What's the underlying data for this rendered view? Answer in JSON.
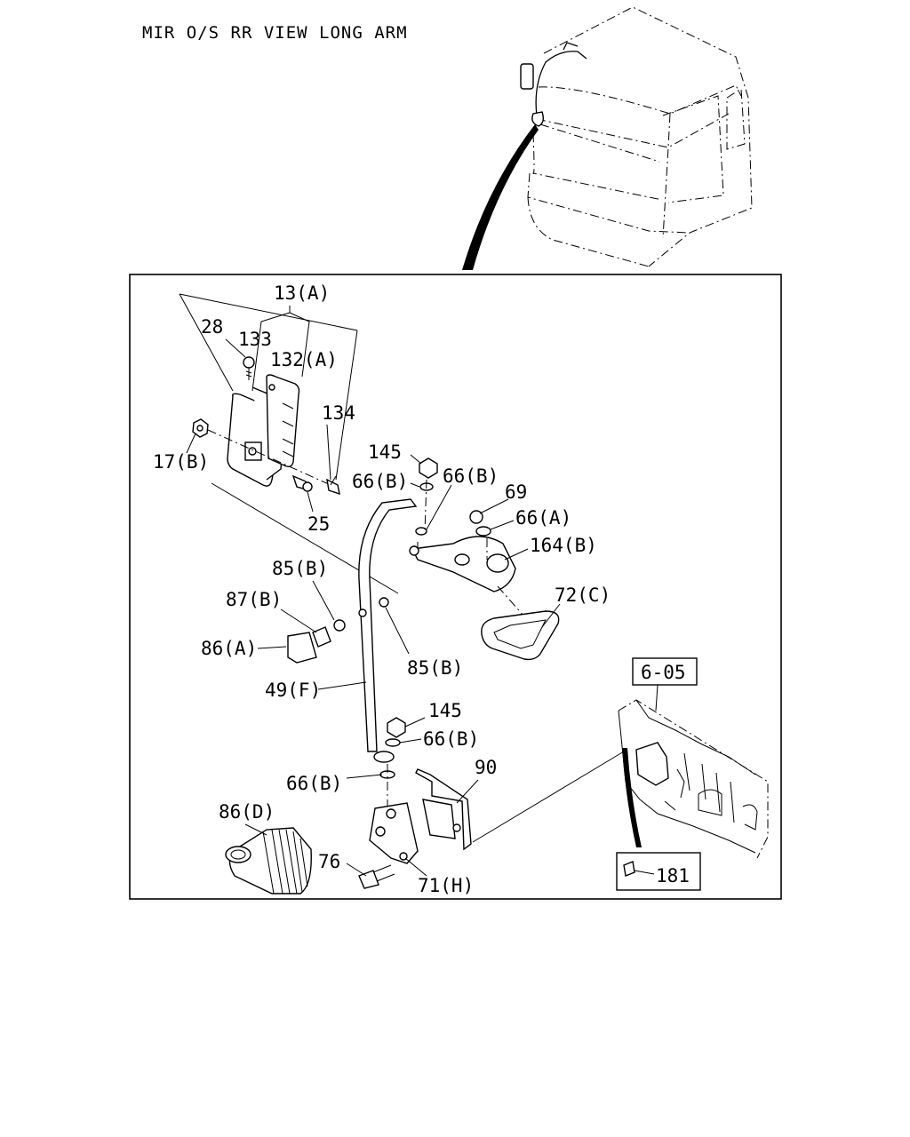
{
  "title": "MIR O/S RR VIEW LONG ARM",
  "callouts": {
    "c13A": "13(A)",
    "c28": "28",
    "c133": "133",
    "c132A": "132(A)",
    "c134": "134",
    "c17B": "17(B)",
    "c25": "25",
    "c145a": "145",
    "c66Ba": "66(B)",
    "c66Bb": "66(B)",
    "c69": "69",
    "c66A": "66(A)",
    "c164B": "164(B)",
    "c72C": "72(C)",
    "c85Ba": "85(B)",
    "c87B": "87(B)",
    "c86A": "86(A)",
    "c85Bb": "85(B)",
    "c49F": "49(F)",
    "c145b": "145",
    "c66Bc": "66(B)",
    "c66Bd": "66(B)",
    "c90": "90",
    "c86D": "86(D)",
    "c76": "76",
    "c71H": "71(H)"
  },
  "reference_boxes": {
    "section_ref": "6-05",
    "fastener_ref": "181"
  }
}
